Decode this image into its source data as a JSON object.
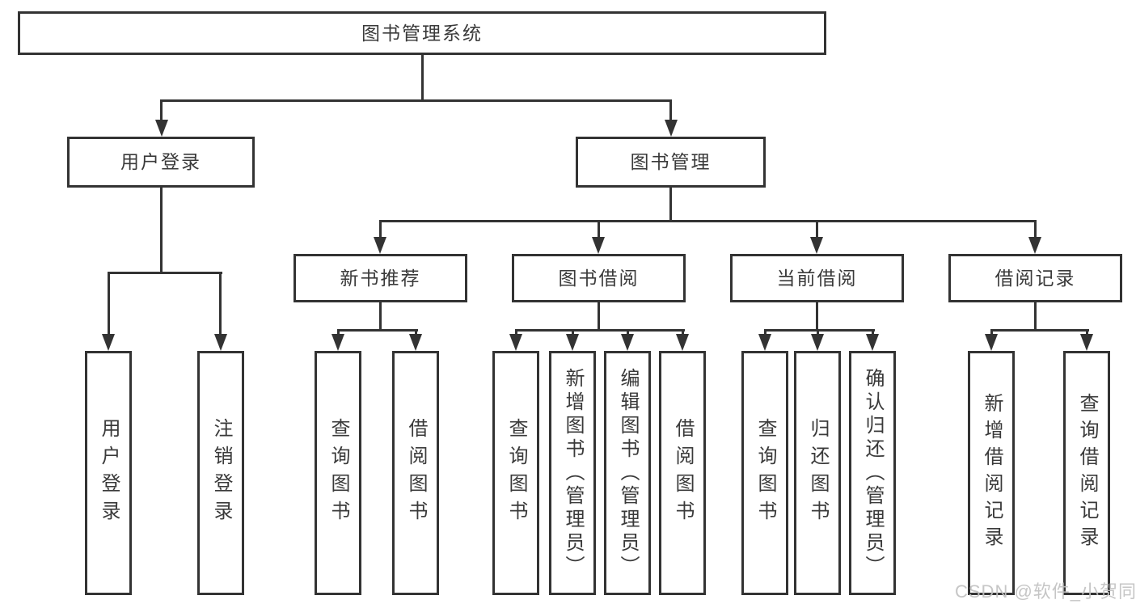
{
  "diagram": {
    "root": {
      "label": "图书管理系统"
    },
    "branches": [
      {
        "label": "用户登录"
      },
      {
        "label": "图书管理"
      }
    ],
    "modules": [
      {
        "label": "新书推荐"
      },
      {
        "label": "图书借阅"
      },
      {
        "label": "当前借阅"
      },
      {
        "label": "借阅记录"
      }
    ],
    "leaves": {
      "login": [
        "用户登录",
        "注销登录"
      ],
      "recommend": [
        "查询图书",
        "借阅图书"
      ],
      "borrow": [
        "查询图书",
        "新增图书（管理员）",
        "编辑图书（管理员）",
        "借阅图书"
      ],
      "current": [
        "查询图书",
        "归还图书",
        "确认归还（管理员）"
      ],
      "records": [
        "新增借阅记录",
        "查询借阅记录"
      ]
    }
  },
  "watermark": {
    "text": "CSDN @软件_小贺同学"
  },
  "colors": {
    "line": "#333333",
    "text": "#3a3a3a",
    "watermark": "#c1c1c1",
    "background": "#ffffff"
  }
}
